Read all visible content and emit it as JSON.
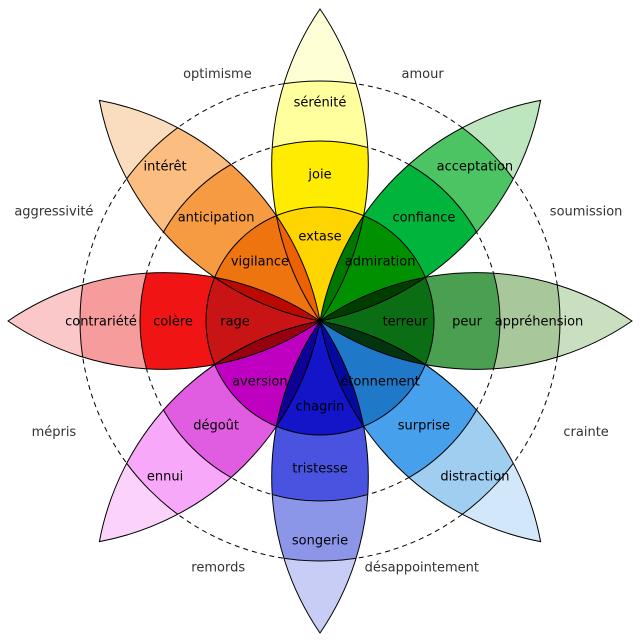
{
  "diagram": {
    "background_color": "#ffffff",
    "line_color": "#000000",
    "label_color": "#000000",
    "dyad_label_color": "#333333",
    "petals": [
      {
        "direction": "top",
        "angle": -90,
        "labels": [
          "extase",
          "joie",
          "sérénité"
        ],
        "colors": [
          "#ffd500",
          "#ffec00",
          "#ffff9e",
          "#ffffd6"
        ]
      },
      {
        "direction": "top-right",
        "angle": -45,
        "labels": [
          "admiration",
          "confiance",
          "acceptation"
        ],
        "colors": [
          "#009000",
          "#00b43c",
          "#4cc464",
          "#bee6be"
        ]
      },
      {
        "direction": "right",
        "angle": 0,
        "labels": [
          "terreur",
          "peur",
          "appréhension"
        ],
        "colors": [
          "#0c6e14",
          "#4aa050",
          "#a8c89b",
          "#cadfc0"
        ]
      },
      {
        "direction": "bottom-right",
        "angle": 45,
        "labels": [
          "étonnement",
          "surprise",
          "distraction"
        ],
        "colors": [
          "#2078c8",
          "#46a0ec",
          "#a0cef0",
          "#d2e8fa"
        ]
      },
      {
        "direction": "bottom",
        "angle": 90,
        "labels": [
          "chagrin",
          "tristesse",
          "songerie"
        ],
        "colors": [
          "#1414c8",
          "#4953e0",
          "#8c96e8",
          "#c8cdf5"
        ]
      },
      {
        "direction": "bottom-left",
        "angle": 135,
        "labels": [
          "aversion",
          "dégoût",
          "ennui"
        ],
        "colors": [
          "#c000c0",
          "#e05ce0",
          "#f8a8f8",
          "#fad2fa"
        ]
      },
      {
        "direction": "left",
        "angle": 180,
        "labels": [
          "rage",
          "colère",
          "contrariété"
        ],
        "colors": [
          "#c81414",
          "#f01414",
          "#f79c9c",
          "#fac8c8"
        ]
      },
      {
        "direction": "top-left",
        "angle": -135,
        "labels": [
          "vigilance",
          "anticipation",
          "intérêt"
        ],
        "colors": [
          "#ee7410",
          "#f79b42",
          "#fbbe80",
          "#fadcbe"
        ]
      }
    ],
    "dyads": [
      {
        "label": "optimisme",
        "angle": -112.5,
        "radius": 268
      },
      {
        "label": "amour",
        "angle": -67.5,
        "radius": 268
      },
      {
        "label": "soumission",
        "angle": -22.5,
        "radius": 288
      },
      {
        "label": "crainte",
        "angle": 22.5,
        "radius": 288
      },
      {
        "label": "désappointement",
        "angle": 67.5,
        "radius": 266
      },
      {
        "label": "remords",
        "angle": 112.5,
        "radius": 266
      },
      {
        "label": "mépris",
        "angle": 157.5,
        "radius": 288
      },
      {
        "label": "aggressivité",
        "angle": -157.5,
        "radius": 288
      }
    ]
  }
}
